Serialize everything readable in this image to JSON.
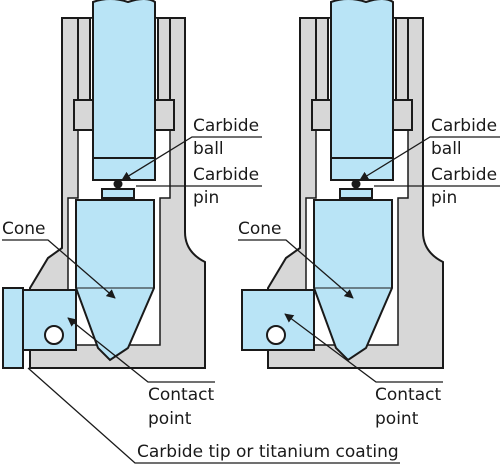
{
  "labels": {
    "carbide_ball_line1": "Carbide",
    "carbide_ball_line2": "ball",
    "carbide_pin_line1": "Carbide",
    "carbide_pin_line2": "pin",
    "cone": "Cone",
    "contact_point_line1": "Contact",
    "contact_point_line2": "point",
    "carbide_tip": "Carbide tip or titanium coating"
  },
  "colors": {
    "housing": "#d7d7d7",
    "parts": "#b9e4f6",
    "outline": "#1a1a1a",
    "background": "#ffffff"
  }
}
